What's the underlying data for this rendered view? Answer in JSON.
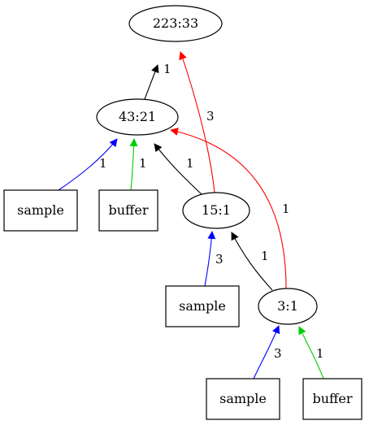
{
  "nodes": [
    {
      "id": "n223",
      "shape": "ellipse",
      "label": "223:33"
    },
    {
      "id": "n43",
      "shape": "ellipse",
      "label": "43:21"
    },
    {
      "id": "n15",
      "shape": "ellipse",
      "label": "15:1"
    },
    {
      "id": "n3",
      "shape": "ellipse",
      "label": "3:1"
    },
    {
      "id": "s1",
      "shape": "box",
      "label": "sample"
    },
    {
      "id": "b1",
      "shape": "box",
      "label": "buffer"
    },
    {
      "id": "s2",
      "shape": "box",
      "label": "sample"
    },
    {
      "id": "s3",
      "shape": "box",
      "label": "sample"
    },
    {
      "id": "b2",
      "shape": "box",
      "label": "buffer"
    }
  ],
  "edges": [
    {
      "id": "e43to223",
      "from": "n43",
      "to": "n223",
      "color": "#000000",
      "label": "1"
    },
    {
      "id": "e15to223",
      "from": "n15",
      "to": "n223",
      "color": "#ff0000",
      "label": "3"
    },
    {
      "id": "es1to43",
      "from": "s1",
      "to": "n43",
      "color": "#0000ff",
      "label": "1"
    },
    {
      "id": "eb1to43",
      "from": "b1",
      "to": "n43",
      "color": "#00cc00",
      "label": "1"
    },
    {
      "id": "e15to43",
      "from": "n15",
      "to": "n43",
      "color": "#000000",
      "label": "1"
    },
    {
      "id": "e3to43",
      "from": "n3",
      "to": "n43",
      "color": "#ff0000",
      "label": "1"
    },
    {
      "id": "es2to15",
      "from": "s2",
      "to": "n15",
      "color": "#0000ff",
      "label": "3"
    },
    {
      "id": "e3to15",
      "from": "n3",
      "to": "n15",
      "color": "#000000",
      "label": "1"
    },
    {
      "id": "es3to3",
      "from": "s3",
      "to": "n3",
      "color": "#0000ff",
      "label": "3"
    },
    {
      "id": "eb2to3",
      "from": "b2",
      "to": "n3",
      "color": "#00cc00",
      "label": "1"
    }
  ]
}
